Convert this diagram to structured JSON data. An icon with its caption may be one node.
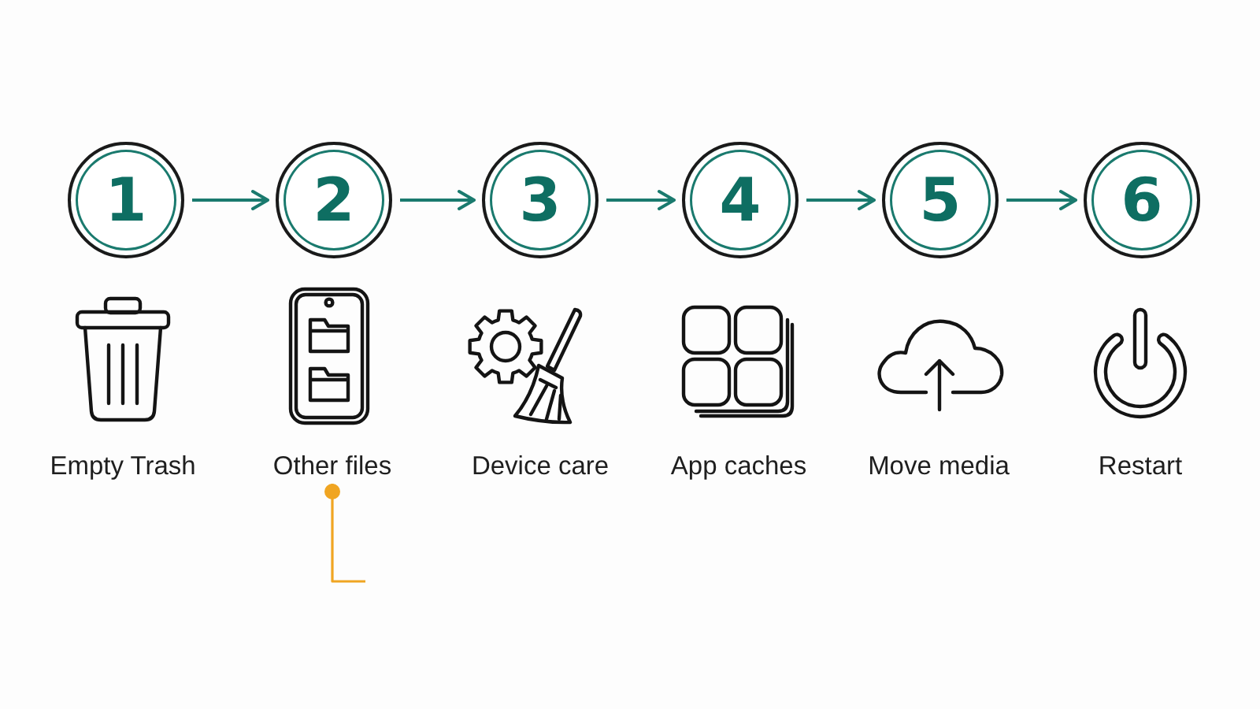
{
  "diagram": {
    "nodes": [
      {
        "text": [
          "1"
        ]
      },
      {
        "text": [
          "2"
        ]
      },
      {
        "text": [
          "3"
        ]
      },
      {
        "text": [
          "4"
        ]
      },
      {
        "text": [
          "5"
        ]
      },
      {
        "text": [
          "6"
        ]
      },
      {
        "text": [
          "Empty Trash"
        ]
      },
      {
        "text": [
          "Other files"
        ]
      },
      {
        "text": [
          "Device care"
        ]
      },
      {
        "text": [
          "App caches"
        ]
      },
      {
        "text": [
          "Move media"
        ]
      },
      {
        "text": [
          "Restart"
        ]
      }
    ],
    "edges": [
      {
        "from": 0,
        "to": 1,
        "arrow": "to"
      },
      {
        "from": 1,
        "to": 2,
        "arrow": "to"
      },
      {
        "from": 2,
        "to": 3,
        "arrow": "to"
      },
      {
        "from": 3,
        "to": 4,
        "arrow": "to"
      },
      {
        "from": 4,
        "to": 5,
        "arrow": "to"
      },
      {
        "from": null,
        "to": 7,
        "arrow": "other",
        "color": "#f0a522"
      }
    ]
  }
}
